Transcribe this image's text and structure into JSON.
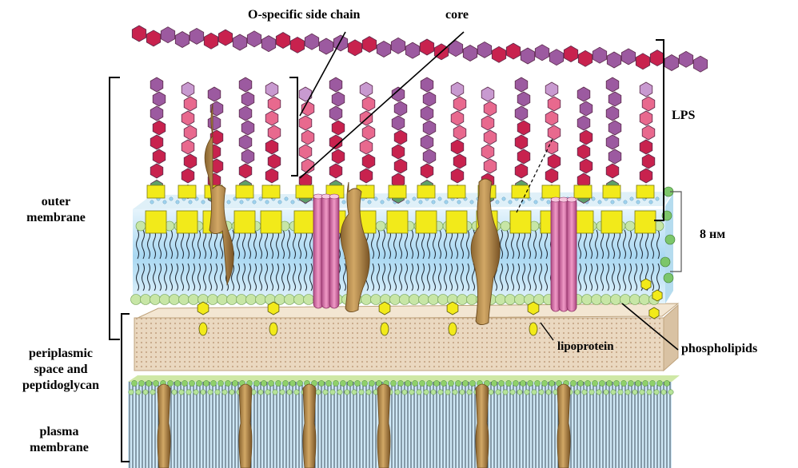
{
  "labels": {
    "o_chain": "O-specific side chain",
    "core": "core",
    "lps": "LPS",
    "size": "8 нм",
    "outer_1": "outer",
    "outer_2": "membrane",
    "peri_1": "periplasmic",
    "peri_2": "space and",
    "peri_3": "peptidoglycan",
    "plasma_1": "plasma",
    "plasma_2": "membrane",
    "lipoprotein": "lipoprotein",
    "phospholipids": "phospholipids"
  },
  "colors": {
    "sugar_purple": "#9c5aa0",
    "sugar_crimson": "#c8224e",
    "sugar_pink": "#e8698e",
    "sugar_lilac": "#c89ad0",
    "core_green": "#5fa06a",
    "lipid_a_yellow": "#f2ea1a",
    "membrane_blue": "#a9d8f2",
    "head_green": "#c7e6a6",
    "porin_pink": "#d56aa3",
    "protein_brown": "#b48a4a",
    "peptidoglycan": "#ead8c0"
  }
}
